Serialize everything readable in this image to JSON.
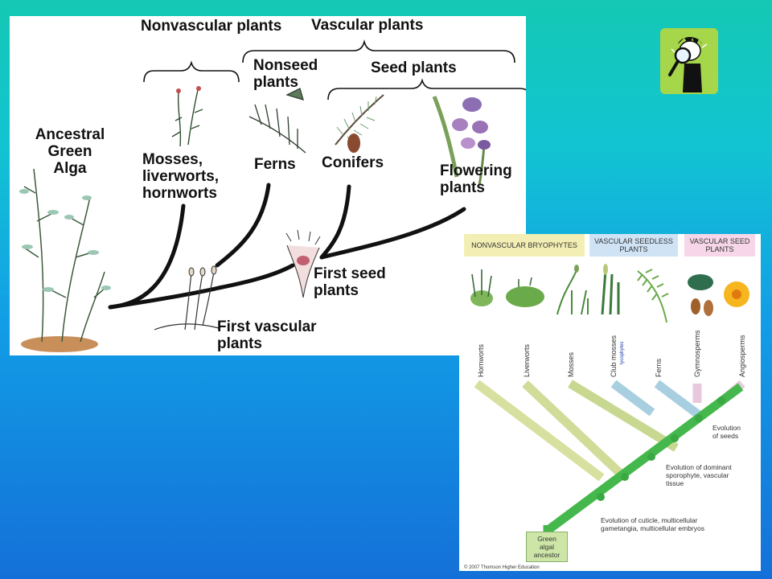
{
  "diagram_a": {
    "header_nonvascular": "Nonvascular plants",
    "header_vascular": "Vascular plants",
    "header_nonseed": "Nonseed plants",
    "header_seed": "Seed plants",
    "ancestor": [
      "Ancestral",
      "Green",
      "Alga"
    ],
    "mosses": [
      "Mosses,",
      "liverworts,",
      "hornworts"
    ],
    "ferns": "Ferns",
    "conifers": "Conifers",
    "flowering": [
      "Flowering",
      "plants"
    ],
    "first_seed": [
      "First seed",
      "plants"
    ],
    "first_vascular": [
      "First vascular",
      "plants"
    ]
  },
  "diagram_b": {
    "band_nonvascular": "NONVASCULAR BRYOPHYTES",
    "band_seedless": "VASCULAR SEEDLESS PLANTS",
    "band_seed": "VASCULAR SEED PLANTS",
    "taxa": [
      "Hornworts",
      "Liverworts",
      "Mosses",
      "Club mosses",
      "Ferns",
      "Gymnosperms",
      "Angiosperms"
    ],
    "small_note": "lycophytes",
    "note_seeds": [
      "Evolution",
      "of seeds"
    ],
    "note_sporophyte": [
      "Evolution of dominant",
      "sporophyte, vascular",
      "tissue"
    ],
    "note_cuticle": [
      "Evolution of cuticle, multicellular",
      "gametangia, multicellular embryos"
    ],
    "ancestor": [
      "Green",
      "algal",
      "ancestor"
    ],
    "copyright": "© 2007 Thomson Higher Education"
  },
  "colors": {
    "green_branch": "#3cb84a",
    "band_yellow": "#f3efb4",
    "band_blue": "#cfe3f5",
    "band_pink": "#f6d6e8"
  }
}
